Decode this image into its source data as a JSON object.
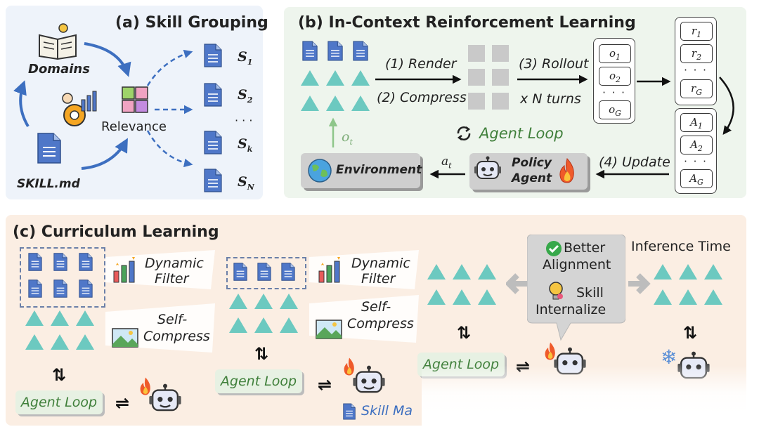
{
  "panel_a": {
    "title": "(a) Skill Grouping",
    "domains": "Domains",
    "relevance": "Relevance",
    "skill_md": "SKILL.md",
    "skills": [
      {
        "base": "S",
        "sub": "1"
      },
      {
        "base": "S",
        "sub": "2"
      },
      {
        "base": "S",
        "sub": "k"
      },
      {
        "base": "S",
        "sub": "N"
      }
    ],
    "dots": "· · ·"
  },
  "panel_b": {
    "title": "(b) In-Context Reinforcement Learning",
    "render": "(1) Render",
    "compress": "(2) Compress",
    "rollout": "(3) Rollout",
    "turns": "x N turns",
    "update": "(4) Update",
    "agent_loop": "Agent Loop",
    "environment": "Environment",
    "policy_line1": "Policy",
    "policy_line2": "Agent",
    "obs": {
      "base": "o",
      "sub": "t"
    },
    "act": {
      "base": "a",
      "sub": "t"
    },
    "o_items": [
      {
        "base": "o",
        "sub": "1"
      },
      {
        "base": "o",
        "sub": "2"
      },
      {
        "base": "o",
        "sub": "G"
      }
    ],
    "r_items": [
      {
        "base": "r",
        "sub": "1"
      },
      {
        "base": "r",
        "sub": "2"
      },
      {
        "base": "r",
        "sub": "G"
      }
    ],
    "a_items": [
      {
        "base": "A",
        "sub": "1"
      },
      {
        "base": "A",
        "sub": "2"
      },
      {
        "base": "A",
        "sub": "G"
      }
    ],
    "dots": "· · ·"
  },
  "panel_c": {
    "title": "(c) Curriculum Learning",
    "dynamic_filter_1": "Dynamic",
    "dynamic_filter_2": "Filter",
    "self_compress_1": "Self-",
    "self_compress_2": "Compress",
    "agent_loop": "Agent Loop",
    "skill_ma": "Skill Ma",
    "better_1": "Better",
    "better_2": "Alignment",
    "internalize_1": "Skill",
    "internalize_2": "Internalize",
    "inference_time": "Inference Time"
  },
  "colors": {
    "panel_a_bg": "#eef3fa",
    "panel_b_bg": "#eef5ed",
    "panel_c_bg": "#fbeee3",
    "triangle": "#6cc9c0",
    "doc_blue": "#4f77c8",
    "arrow_blue": "#3d6fc0",
    "agent_loop_green": "#3f7f3a"
  }
}
